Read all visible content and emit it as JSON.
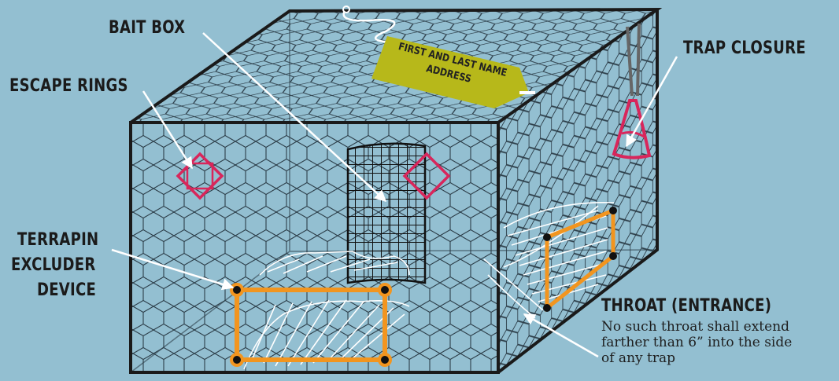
{
  "labels": {
    "bait_box": "BAIT BOX",
    "escape_rings": "ESCAPE RINGS",
    "terrapin_line1": "TERRAPIN",
    "terrapin_line2": "EXCLUDER",
    "terrapin_line3": "DEVICE",
    "trap_closure": "TRAP CLOSURE",
    "throat": "THROAT (ENTRANCE)"
  },
  "throat_note": [
    "No such throat shall extend",
    "farther than 6” into the side",
    "of any trap"
  ],
  "tag": {
    "line1": "FIRST AND LAST NAME",
    "line2": "ADDRESS"
  },
  "colors": {
    "background": "#93bfd1",
    "frame": "#1a1a1a",
    "escape_ring": "#d8265b",
    "closure": "#d8265b",
    "excluder": "#f2951f",
    "tag": "#b7b81a",
    "mesh": "#2c3d48",
    "pointer": "#ffffff"
  }
}
